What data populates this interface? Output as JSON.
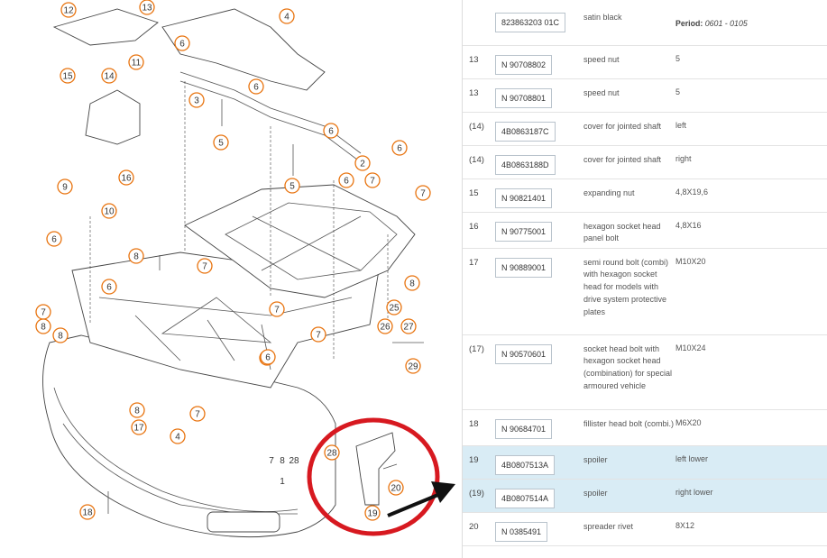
{
  "diagram": {
    "callouts": [
      "12",
      "13",
      "4",
      "11",
      "6",
      "15",
      "14",
      "3",
      "6",
      "5",
      "6",
      "16",
      "9",
      "2",
      "6",
      "10",
      "6",
      "8",
      "7",
      "6",
      "7",
      "8",
      "7",
      "25",
      "26",
      "27",
      "29",
      "8",
      "6",
      "7",
      "7",
      "8",
      "4",
      "17",
      "8",
      "7",
      "18",
      "28",
      "20",
      "19",
      "5",
      "7",
      "6",
      "6",
      "1",
      "7",
      "8",
      "28"
    ]
  },
  "parts_table": {
    "rows": [
      {
        "pos": "",
        "part_number": "823863203 01C",
        "description": "satin black",
        "remark": "",
        "period_label": "Period:",
        "period_value": "0601 - 0105",
        "highlight": false
      },
      {
        "pos": "13",
        "part_number": "N 90708802",
        "description": "speed nut",
        "remark": "5",
        "highlight": false
      },
      {
        "pos": "13",
        "part_number": "N 90708801",
        "description": "speed nut",
        "remark": "5",
        "highlight": false
      },
      {
        "pos": "(14)",
        "part_number": "4B0863187C",
        "description": "cover for jointed shaft",
        "remark": "left",
        "highlight": false
      },
      {
        "pos": "(14)",
        "part_number": "4B0863188D",
        "description": "cover for jointed shaft",
        "remark": "right",
        "highlight": false
      },
      {
        "pos": "15",
        "part_number": "N 90821401",
        "description": "expanding nut",
        "remark": "4,8X19,6",
        "highlight": false
      },
      {
        "pos": "16",
        "part_number": "N 90775001",
        "description": "hexagon socket head panel bolt",
        "remark": "4,8X16",
        "highlight": false
      },
      {
        "pos": "17",
        "part_number": "N 90889001",
        "description": "semi round bolt (combi) with hexagon socket head for models with drive system protective plates",
        "remark": "M10X20",
        "highlight": false
      },
      {
        "pos": "(17)",
        "part_number": "N 90570601",
        "description": "socket head bolt with hexagon socket head (combination) for special armoured vehicle",
        "remark": "M10X24",
        "highlight": false
      },
      {
        "pos": "18",
        "part_number": "N 90684701",
        "description": "fillister head bolt (combi.)",
        "remark": "M6X20",
        "highlight": false
      },
      {
        "pos": "19",
        "part_number": "4B0807513A",
        "description": "spoiler",
        "remark": "left lower",
        "highlight": true
      },
      {
        "pos": "(19)",
        "part_number": "4B0807514A",
        "description": "spoiler",
        "remark": "right lower",
        "highlight": true
      },
      {
        "pos": "20",
        "part_number": "N 0385491",
        "description": "spreader rivet",
        "remark": "8X12",
        "highlight": false
      }
    ]
  },
  "colors": {
    "callout_ring": "#e8730e",
    "highlight_row": "#d9ecf5",
    "annotation_circle": "#d71920",
    "arrow": "#111111"
  }
}
